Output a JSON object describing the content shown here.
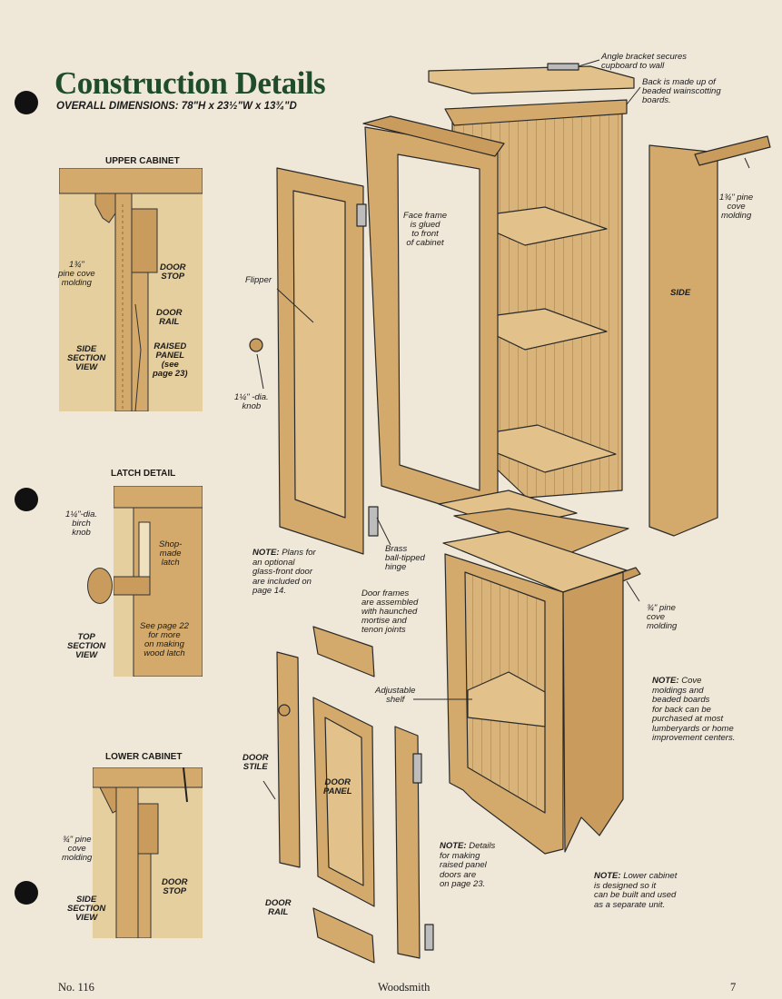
{
  "title": "Construction Details",
  "subtitle": "OVERALL DIMENSIONS: 78\"H x 23½\"W x 13¾\"D",
  "sections": {
    "upper": {
      "title": "UPPER CABINET",
      "molding": "1¾\"\npine cove\nmolding",
      "door_stop": "DOOR\nSTOP",
      "door_rail": "DOOR\nRAIL",
      "raised_panel": "RAISED\nPANEL\n(see\npage 23)",
      "view": "SIDE\nSECTION\nVIEW"
    },
    "latch": {
      "title": "LATCH DETAIL",
      "knob": "1¼\"-dia.\nbirch\nknob",
      "latch": "Shop-\nmade\nlatch",
      "see": "See page 22\nfor more\non making\nwood latch",
      "view": "TOP\nSECTION\nVIEW"
    },
    "lower": {
      "title": "LOWER CABINET",
      "molding": "¾\" pine\ncove\nmolding",
      "door_stop": "DOOR\nSTOP",
      "view": "SIDE\nSECTION\nVIEW"
    }
  },
  "callouts": {
    "angle_bracket": "Angle bracket secures\ncupboard to wall",
    "back": "Back is made up of\nbeaded wainscotting\nboards.",
    "face_frame": "Face frame\nis glued\nto front\nof cabinet",
    "pine_cove_upper": "1¾\" pine\ncove\nmolding",
    "side": "SIDE",
    "flipper": "Flipper",
    "knob": "1¼\" -dia.\nknob",
    "hinge": "Brass\nball-tipped\nhinge",
    "door_frames": "Door frames\nare assembled\nwith haunched\nmortise and\ntenon joints",
    "pine_cove_lower": "¾\" pine\ncove\nmolding",
    "adjustable_shelf": "Adjustable\nshelf",
    "door_stile": "DOOR\nSTILE",
    "door_panel": "DOOR\nPANEL",
    "door_rail": "DOOR\nRAIL"
  },
  "notes": {
    "glass_door": {
      "key": "NOTE:",
      "text": " Plans for\nan optional\nglass-front door\nare included on\npage 14."
    },
    "cove": {
      "key": "NOTE:",
      "text": " Cove\nmoldings and\nbeaded boards\nfor back can be\npurchased at most\nlumberyards or home\nimprovement centers."
    },
    "raised_panel": {
      "key": "NOTE:",
      "text": " Details\nfor making\nraised panel\ndoors are\non page 23."
    },
    "lower_cabinet": {
      "key": "NOTE:",
      "text": " Lower cabinet\nis designed so it\ncan be built and used\nas a separate unit."
    }
  },
  "footer": {
    "issue": "No. 116",
    "magazine": "Woodsmith",
    "page": "7"
  },
  "colors": {
    "wood": "#d4aa6c",
    "wood_light": "#e2c28a",
    "wood_dark": "#b8884d",
    "title": "#1f4d2b",
    "paper": "#efe7d8"
  }
}
